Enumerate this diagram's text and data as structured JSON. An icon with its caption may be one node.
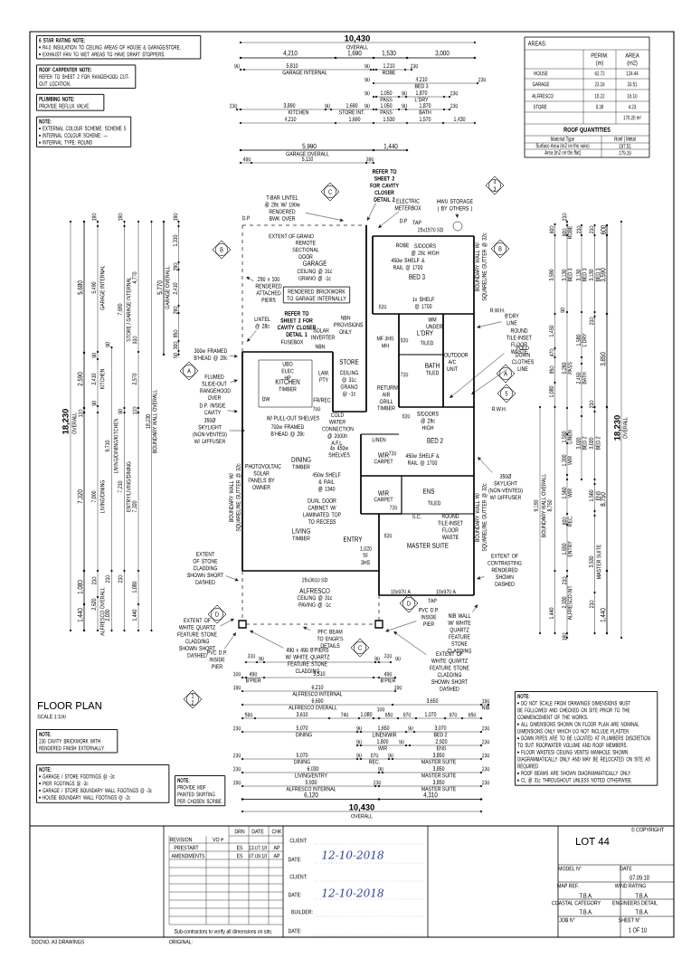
{
  "diagram": {
    "nodes": [
      {
        "text": [
          "6 STAR RATING NOTE:",
          "R4.0 INSULATION TO CEILING AREAS OF HOUSE & GARAGE/STORE.",
          "EXHAUST FAN TO WET AREAS TO HAVE DRAFT STOPPERS."
        ]
      },
      {
        "text": [
          "ROOF CARPENTER NOTE:",
          "REFER TO SHEET 2 FOR RANGEHOOD CUT-OUT LOCATION."
        ]
      },
      {
        "text": [
          "PLUMBING NOTE:",
          "PROVIDE REFLUX VALVE."
        ]
      },
      {
        "text": [
          "NOTE:",
          "EXTERNAL COLOUR SCHEME: SCHEME 5",
          "INTERNAL COLOUR SCHEME: —",
          "INTERNAL TYPE: ROUND"
        ]
      },
      {
        "text": [
          "NOTE:",
          "230 CAVITY BRICKWORK WITH RENDERED FINISH EXTERNALLY."
        ]
      },
      {
        "text": [
          "NOTE:",
          "GARAGE / STORE FOOTINGS @ -3c",
          "PIER FOOTINGS @ -3c",
          "GARAGE / STORE BOUNDARY WALL FOOTINGS @ -3c",
          "HOUSE BOUNDARY WALL FOOTINGS @ -2c"
        ]
      },
      {
        "text": [
          "NOTE:",
          "PROVIDE MDF PAINTED SKIRTING PER CHOSEN SCRIBE."
        ]
      },
      {
        "text": [
          "NOTE:",
          "DO NOT SCALE FROM DRAWINGS DIMENSIONS MUST BE FOLLOWED AND CHECKED ON SITE PRIOR TO THE COMMENCEMENT OF THE WORKS.",
          "ALL DIMENSIONS SHOWN ON FLOOR PLAN ARE NOMINAL DIMENSIONS ONLY WHICH DO NOT INCLUDE PLASTER.",
          "DOWN PIPES ARE TO BE LOCATED AT PLUMBERS DISCRETION TO SUIT ROOFWATER VOLUME AND ROOF MEMBERS.",
          "FLOOR WASTES/ CEILING VENTS/ MANHOLE SHOWN DIAGRAMMATICALLY ONLY AND MAY BE RELOCATED ON SITE AS REQUIRED",
          "ROOF BEAMS ARE SHOWN DIAGRAMMATICALLY ONLY.",
          "CL @ 31c THROUGHOUT UNLESS NOTED OTHERWISE."
        ]
      },
      {
        "text": [
          "RENDERED BRICKWORK TO GARAGE INTERNALLY"
        ]
      },
      {
        "text": [
          "B"
        ]
      },
      {
        "text": [
          "A"
        ]
      },
      {
        "text": [
          "C"
        ]
      },
      {
        "text": [
          "4",
          "3"
        ]
      },
      {
        "text": [
          "B"
        ]
      },
      {
        "text": [
          "A"
        ]
      },
      {
        "text": [
          "5"
        ]
      },
      {
        "text": [
          "D"
        ]
      },
      {
        "text": [
          "D"
        ]
      },
      {
        "text": [
          "C"
        ]
      },
      {
        "text": [
          "1",
          "2"
        ]
      },
      {
        "text": [
          "T-BAR LINTEL @ 28c W/ 190w RENDERED BWK OVER"
        ]
      },
      {
        "text": [
          "290 x 100 RENDERED ATTACHED PIERS"
        ]
      },
      {
        "text": [
          "LINTEL @ 28c"
        ]
      },
      {
        "text": [
          "300w FRAMED B'HEAD @ 28c"
        ]
      },
      {
        "text": [
          "FLUMED SLIDE-OUT RANGEHOOD OVER"
        ]
      },
      {
        "text": [
          "D.P. INSIDE CAVITY"
        ]
      },
      {
        "text": [
          "350Ø SKYLIGHT (NON-VENTED) W/ DIFFUSER"
        ]
      },
      {
        "text": [
          "EXTENT OF STONE CLADDING SHOWN SHORT DASHED"
        ]
      },
      {
        "text": [
          "EXTENT OF WHITE QUARTZ FEATURE STONE CLADDING SHOWN SHORT DASHED"
        ]
      },
      {
        "text": [
          "PVC D.P. INSIDE PIER"
        ]
      },
      {
        "text": [
          "REFER TO SHEET 2 FOR CAVITY CLOSER DETAIL 2"
        ]
      },
      {
        "text": [
          "ELECTRIC METERBOX"
        ]
      },
      {
        "text": [
          "HWU STORAGE ( BY OTHERS )"
        ]
      },
      {
        "text": [
          "B'DRY LINE"
        ]
      },
      {
        "text": [
          "ROUND TILE-INSET FLOOR WASTE"
        ]
      },
      {
        "text": [
          "FOLD DOWN CLOTHES LINE"
        ]
      },
      {
        "text": [
          "350Ø SKYLIGHT (NON-VENTED) W/ DIFFUSER"
        ]
      },
      {
        "text": [
          "EXTENT OF CONTRASTING RENDERED SHOWN DASHED"
        ]
      },
      {
        "text": [
          "NIB WALL W/ WHITE QUARTZ FEATURE STONE CLADDING"
        ]
      },
      {
        "text": [
          "PVC D.P. INSIDE PIER"
        ]
      },
      {
        "text": [
          "EXTENT OF WHITE QUARTZ FEATURE STONE CLADDING SHOWN SHORT DASHED"
        ]
      },
      {
        "text": [
          "490 x 490 B'PIERS W/ WHITE QUARTZ FEATURE STONE CLADDING"
        ]
      },
      {
        "text": [
          "PFC BEAM TO ENGR'S DETAILS"
        ]
      }
    ],
    "edges": [
      {
        "from": 20,
        "to": null,
        "arrow": "to"
      },
      {
        "from": 21,
        "to": null,
        "arrow": "to"
      },
      {
        "from": 22,
        "to": null,
        "arrow": "to"
      },
      {
        "from": 23,
        "to": null,
        "arrow": "to"
      },
      {
        "from": 24,
        "to": null,
        "arrow": "to"
      },
      {
        "from": 25,
        "to": null,
        "arrow": "to"
      },
      {
        "from": 26,
        "to": null,
        "arrow": "to"
      },
      {
        "from": 27,
        "to": null,
        "arrow": "to"
      },
      {
        "from": 28,
        "to": null,
        "arrow": "to"
      },
      {
        "from": 29,
        "to": null,
        "arrow": "to"
      },
      {
        "from": 30,
        "to": null,
        "arrow": "to"
      },
      {
        "from": 31,
        "to": null,
        "arrow": "to"
      },
      {
        "from": 32,
        "to": null,
        "arrow": "to"
      },
      {
        "from": 33,
        "to": null,
        "arrow": "to"
      },
      {
        "from": 34,
        "to": null,
        "arrow": "to"
      },
      {
        "from": 35,
        "to": null,
        "arrow": "to"
      },
      {
        "from": 36,
        "to": null,
        "arrow": "to"
      },
      {
        "from": 37,
        "to": null,
        "arrow": "to"
      },
      {
        "from": 38,
        "to": null,
        "arrow": "to"
      },
      {
        "from": 39,
        "to": null,
        "arrow": "to"
      },
      {
        "from": 40,
        "to": null,
        "arrow": "to"
      },
      {
        "from": 41,
        "to": null,
        "arrow": "to"
      },
      {
        "from": 42,
        "to": null,
        "arrow": "to"
      }
    ],
    "labels": [
      "10,430",
      "OVERALL",
      "4,210",
      "1,690",
      "1,530",
      "3,000",
      "90",
      "5,810",
      "GARAGE INTERNAL",
      "90",
      "1,210",
      "ROBE",
      "230",
      "90",
      "4,210",
      "BED 3",
      "230",
      "90",
      "1,050",
      "PASS",
      "90",
      "1,870",
      "L'DRY",
      "230",
      "230",
      "3,890",
      "KITCHEN",
      "90",
      "1,690",
      "STORE INT.",
      "90",
      "1,050",
      "PASS",
      "90",
      "1,870",
      "BATH",
      "230",
      "4,210",
      "1,690",
      "1,530",
      "1,570",
      "1,430",
      "5,990",
      "1,440",
      "GARAGE OVERALL",
      "490",
      "5,110",
      "390",
      "AREAS:",
      "PERIM. (m)",
      "AREA (m2)",
      "HOUSE",
      "62.72",
      "124.44",
      "GARAGE",
      "23.16",
      "33.51",
      "ALFRESCO",
      "18.22",
      "16.10",
      "STORE",
      "8.38",
      "4.23",
      "178.28 m²",
      "ROOF QUANTITIES",
      "Material Type",
      "Roof | Metal",
      "Surface Area (m2 on the rake)",
      "197.51",
      "Area [m2 on the flat]",
      "179.19",
      "18,230",
      "OVERALL",
      "5,680",
      "2,590",
      "120",
      "7,320",
      "1,080",
      "1,440",
      "190",
      "5,490",
      "GARAGE INTERNAL",
      "90",
      "2,410",
      "KITCHEN",
      "90",
      "7,000",
      "LIVING/DINING",
      "230",
      "2,620",
      "ALFRESCO OVERALL",
      "90",
      "9,710",
      "LIVING/DINING/KITCHEN",
      "230",
      "2,030",
      "190",
      "7,690",
      "STORE / GARAGE INTERNAL",
      "90",
      "7,210",
      "ENTRY/LIVING/DINING",
      "230",
      "4,770",
      "930",
      "2,570",
      "120",
      "7,320",
      "1,080",
      "1,440",
      "18,230",
      "BOUNDARY WALL OVERALL",
      "5,770",
      "GARAGE OVERALL",
      "190",
      "1,310",
      "290",
      "2,410",
      "290",
      "850",
      "300",
      "50",
      "600",
      "3,590",
      "1,450",
      "470",
      "850",
      "1,080",
      "1,440",
      "230",
      "600",
      "ROBE",
      "3,130",
      "BED 3",
      "90",
      "5,260",
      "PASS",
      "1,550",
      "LINEN",
      "1,300",
      "WIR",
      "1,560",
      "WIR",
      "600",
      "REC.",
      "1,650",
      "ENTRY",
      "230",
      "2,330",
      "ALFRESCO INT.",
      "190",
      "230",
      "3,130",
      "BED 3",
      "1,580",
      "L'DRY",
      "2,450",
      "BATH",
      "3,020",
      "BED 2",
      "230",
      "3,130",
      "BED 3",
      "230",
      "230",
      "3,020",
      "BED 2",
      "1,560",
      "ENS",
      "3,530",
      "MASTER SUITE",
      "230",
      "600",
      "3,590",
      "3,850",
      "8,750",
      "1,440",
      "18,230",
      "OVERALL",
      "9,190",
      "BOUNDARY WALL OVERALL",
      "8,750",
      "310",
      "90",
      "90",
      "310",
      "90",
      "100",
      "490",
      "B'PIER",
      "5,510",
      "490",
      "B'PIER",
      "190",
      "6,210",
      "ALFRESCO INTERNAL",
      "190",
      "6,690",
      "ALFRESCO OVERALL",
      "3,650",
      "190",
      "NIB",
      "590",
      "3,610",
      "740",
      "1,080",
      "100",
      "650",
      "970",
      "1,070",
      "970",
      "650",
      "230",
      "5,070",
      "DINING",
      "90",
      "1,650",
      "LINEN/WIR",
      "90",
      "3,070",
      "BED 2",
      "230",
      "90",
      "1,800",
      "WIR",
      "90",
      "2,920",
      "ENS",
      "230",
      "230",
      "5,070",
      "DINING",
      "90",
      "870",
      "REC.",
      "90",
      "3,850",
      "MASTER SUITE",
      "230",
      "230",
      "6,030",
      "LIVING/ENTRY",
      "90",
      "3,850",
      "MASTER SUITE",
      "230",
      "190",
      "5,930",
      "ALFRESCO INTERNAL",
      "230",
      "3,850",
      "MASTER SUITE",
      "230",
      "6,120",
      "4,310",
      "10,430",
      "OVERALL",
      "GARAGE",
      "CEILING @ 31c GRANO @ -1c",
      "BED 3",
      "KITCHEN",
      "TIMBER",
      "STORE",
      "CEILING @ 31c GRANO @ -1c",
      "L'DRY",
      "TILED",
      "BATH",
      "TILED",
      "BED 2",
      "DINING",
      "TIMBER",
      "LIVING",
      "TIMBER",
      "WIR",
      "CARPET",
      "WIR",
      "CARPET",
      "ENS",
      "TILED",
      "ENTRY",
      "MASTER SUITE",
      "ALFRESCO",
      "CEILING @ 31c PAVING @ -1c",
      "LINEN",
      "ROBE",
      "RETURN/ AIR GRILL",
      "TIMBER",
      "LAM. PTY",
      "DW",
      "FR/REC",
      "UBO ELEC HP",
      "EXTENT OF GRANO",
      "REMOTE SECTIONAL DOOR",
      "REFER TO SHEET 2 FOR CAVITY CLOSER DETAIL 1",
      "NBN PROVISIONS ONLY",
      "SOLAR INVERTER",
      "FUSEBOX",
      "NBN",
      "W/ PULL-OUT SHELVES",
      "700w FRAMED B'HEAD @ 28c",
      "700",
      "COLD WATER CONNECTION @ 2000h A.F.L.",
      "4x 450w SHELVES",
      "PHOTOVOLTAIC SOLAR PANELS BY OWNER",
      "450w SHELF & RAIL @ 1340",
      "DUAL DOOR CABINET W/ LAMINATED TOP TO RECESS",
      "S/DOORS @ 28c HIGH",
      "450w SHELF & RAIL @ 1700",
      "1x SHELF @ 1700",
      "820",
      "25x1570 SD",
      "TAP",
      "WM UNDER",
      "MF 3HS",
      "MH",
      "820",
      "720",
      "OUTDOOR A/C UNIT",
      "R.W.H.",
      "R.W.H.",
      "S/DOORS @ 28c HIGH",
      "820",
      "720",
      "450w SHELF & RAIL @ 1700",
      "720",
      "S.C.",
      "ROUND TILE-INSET FLOOR WASTE",
      "820",
      "1,020 TF 3HS",
      "25x3610 SD",
      "18x970 A",
      "18x970 A",
      "TAP",
      "BOUNDARY WALL W/ SQUARELINE GUTTER @ 32c",
      "BOUNDARY WALL W/ SQUARELINE GUTTER @ 32c",
      "BOUNDARY WALL W/ SQUARELINE GUTTER @ 32c",
      "D.P",
      "D.P",
      "FLOOR PLAN",
      "SCALE 1:100",
      "REVISION",
      "VO #",
      "DRN",
      "DATE",
      "CHK",
      "PRESTART",
      "ES",
      "13.07.18",
      "AP",
      "AMENDMENTS",
      "ES",
      "07.09.18",
      "AP",
      "Sub-contractors to verify all dimensions on site.",
      "CLIENT:",
      "DATE:",
      "12-10-2018",
      "CLIENT:",
      "DATE:",
      "12-10-2018",
      "BUILDER:",
      "DATE:",
      "© COPYRIGHT",
      "LOT 44",
      "MODEL N°",
      "DATE",
      "07.09.18",
      "MAP REF.",
      "T.B.A.",
      "WIND RATING",
      "T.B.A.",
      "COASTAL CATEGORY",
      "T.B.A.",
      "ENGINEERS DETAIL",
      "T.B.A.",
      "JOB N°",
      "SHEET N°",
      "1 OF 10",
      "DOCNO.:A3 DRAWINGS",
      "ORIGINAL:"
    ]
  }
}
